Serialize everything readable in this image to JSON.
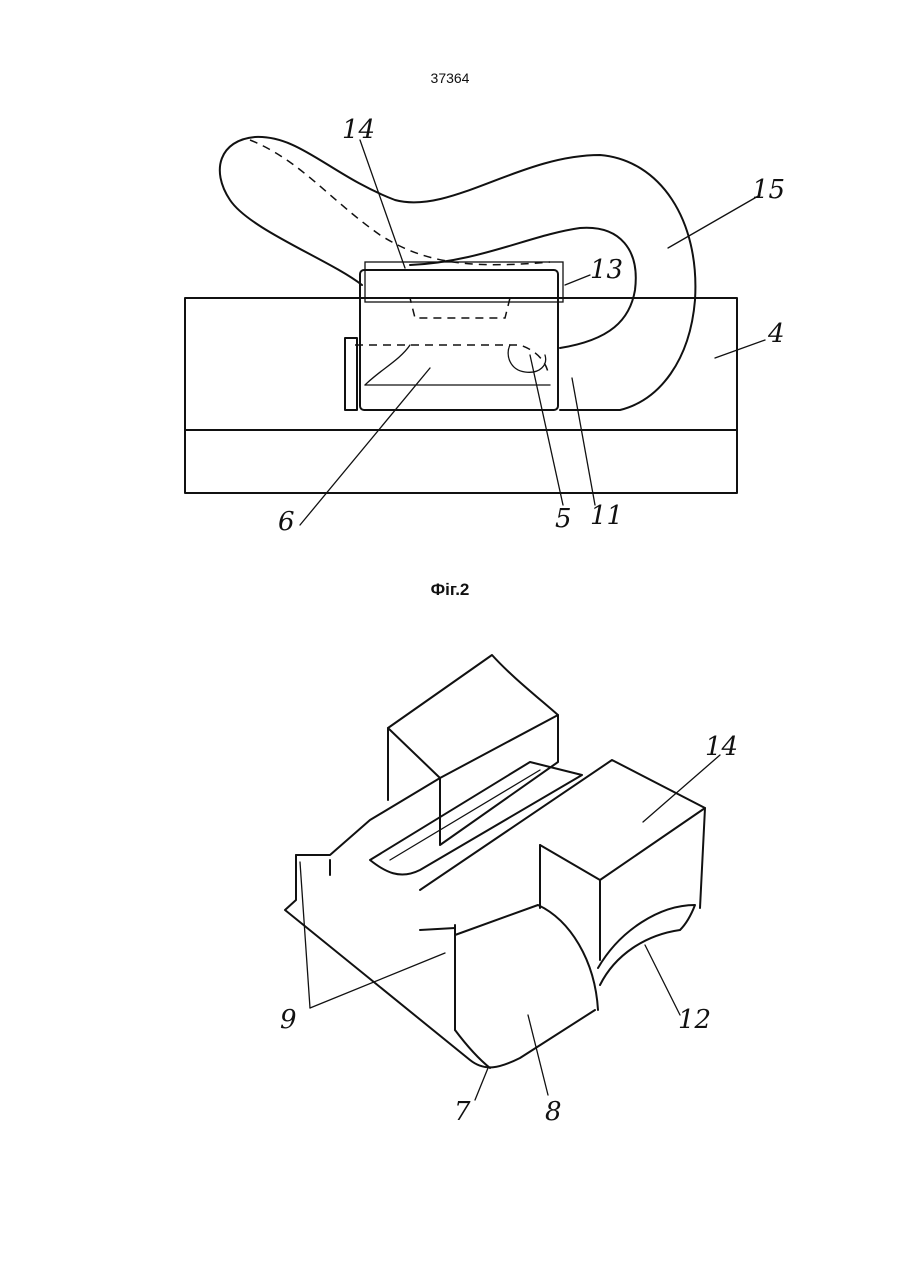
{
  "page_number": "37364",
  "figure_caption": "Фіг.2",
  "figure1": {
    "labels": {
      "l14": "14",
      "l15": "15",
      "l13": "13",
      "l4": "4",
      "l6": "6",
      "l5": "5",
      "l11": "11"
    }
  },
  "figure2": {
    "labels": {
      "l14": "14",
      "l9": "9",
      "l12": "12",
      "l7": "7",
      "l8": "8"
    }
  }
}
